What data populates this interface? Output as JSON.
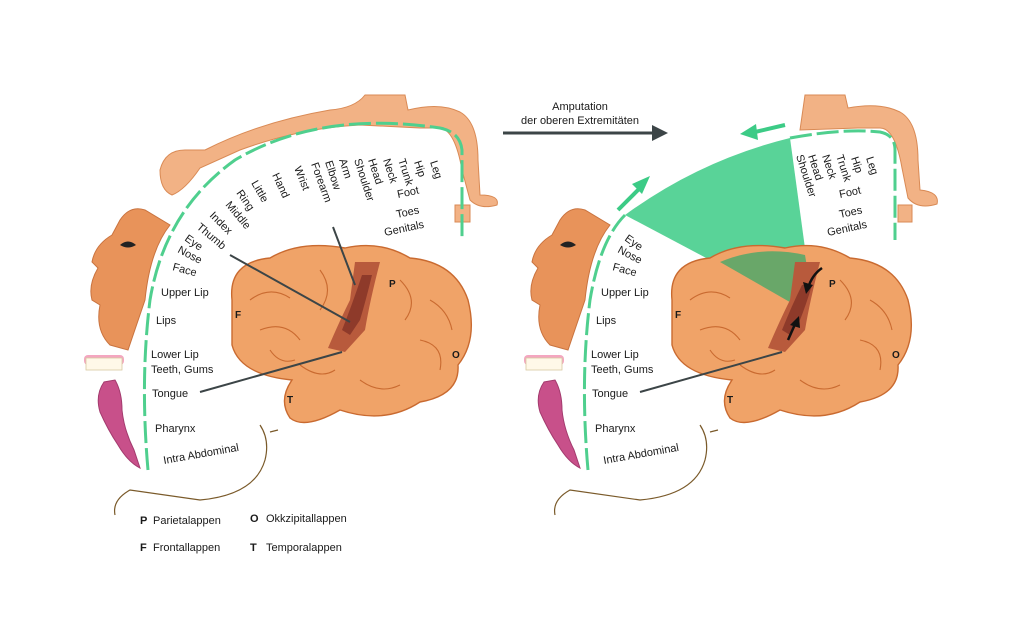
{
  "left_panel": {
    "labels": [
      "Leg",
      "Hip",
      "Trunk",
      "Neck",
      "Head",
      "Shoulder",
      "Arm",
      "Elbow",
      "Forearm",
      "Wrist",
      "Hand",
      "Little",
      "Ring",
      "Middle",
      "Index",
      "Thumb",
      "Eye",
      "Nose",
      "Face",
      "Upper Lip",
      "Lips",
      "Lower Lip",
      "Teeth, Gums",
      "Tongue",
      "Pharynx",
      "Intra Abdominal",
      "Foot",
      "Toes",
      "Genitals"
    ],
    "lobes": {
      "p": "P",
      "f": "F",
      "o": "O",
      "t": "T"
    }
  },
  "right_panel": {
    "labels": [
      "Leg",
      "Hip",
      "Trunk",
      "Neck",
      "Head",
      "Shoulder",
      "Eye",
      "Nose",
      "Face",
      "Upper Lip",
      "Lips",
      "Lower Lip",
      "Teeth, Gums",
      "Tongue",
      "Pharynx",
      "Intra Abdominal",
      "Foot",
      "Toes",
      "Genitals"
    ],
    "lobes": {
      "p": "P",
      "f": "F",
      "o": "O",
      "t": "T"
    }
  },
  "arrow_caption": {
    "line1": "Amputation",
    "line2": "der oberen Extremitäten"
  },
  "legend": [
    {
      "letter": "P",
      "text": "Parietalappen"
    },
    {
      "letter": "O",
      "text": "Okkzipitallappen"
    },
    {
      "letter": "F",
      "text": "Frontallappen"
    },
    {
      "letter": "T",
      "text": "Temporalappen"
    }
  ],
  "colors": {
    "skin": "#f2b285",
    "skin_dark": "#e8935a",
    "brain": "#f0a368",
    "brain_line": "#c96a30",
    "cortex_strip": "#b85a3c",
    "cortex_dark": "#8e3a2a",
    "arc": "#4fcf8e",
    "highlight": "#3ccb86",
    "tongue": "#c8508a",
    "arrow": "#3c4547"
  }
}
